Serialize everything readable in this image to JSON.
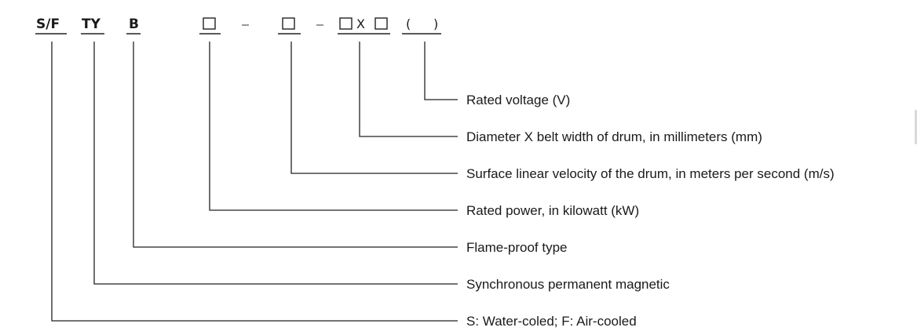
{
  "code_parts": {
    "sf": "S/F",
    "ty": "TY",
    "b": "B",
    "x": "X",
    "paren_open": "(",
    "paren_close": ")"
  },
  "descriptions": {
    "rated_voltage": "Rated voltage (V)",
    "drum_diameter": "Diameter X belt width of drum, in millimeters (mm)",
    "linear_velocity": "Surface linear velocity of the drum, in meters per second (m/s)",
    "rated_power": "Rated power, in kilowatt (kW)",
    "flame_proof": "Flame-proof type",
    "synchronous": "Synchronous permanent magnetic",
    "cooling": "S: Water-coled; F: Air-cooled"
  }
}
